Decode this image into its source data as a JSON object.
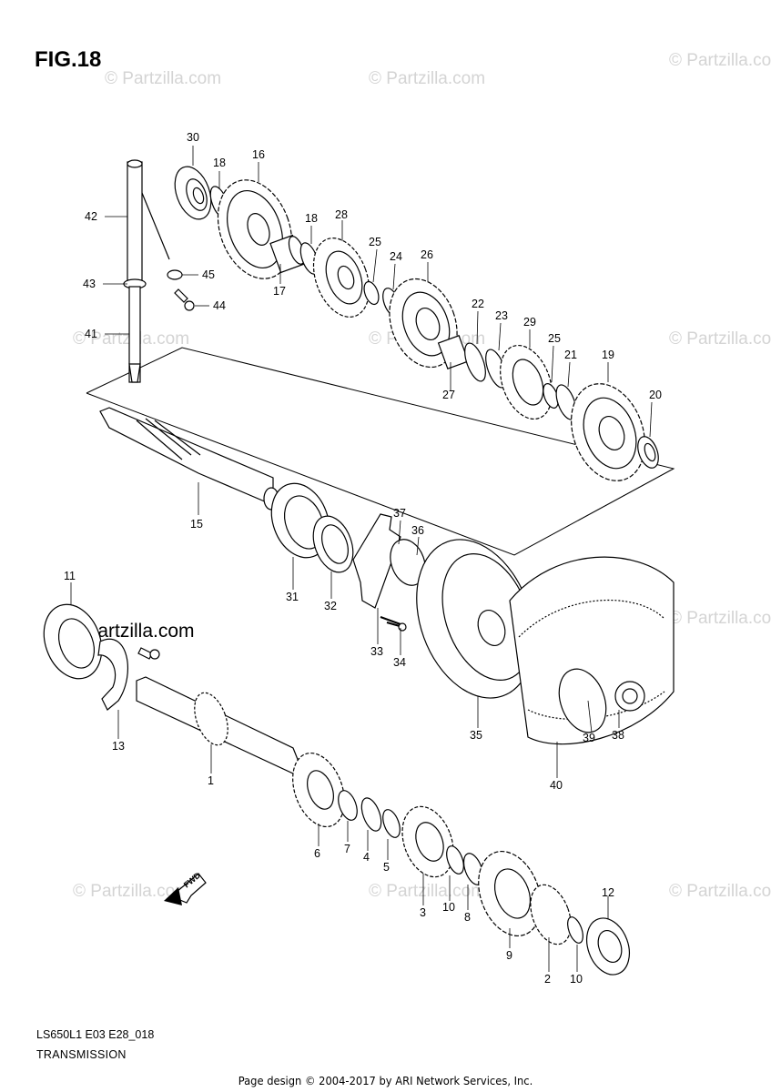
{
  "figure": {
    "title": "FIG.18"
  },
  "watermarks": {
    "text": "© Partzilla.com",
    "strong_text": "© Partzilla.com"
  },
  "footer_code": "LS650L1 E03 E28_018",
  "caption": "TRANSMISSION",
  "page_footer": "Page design © 2004-2017 by ARI Network Services, Inc.",
  "fwd_label": "FWD",
  "callouts": {
    "c30": "30",
    "c18a": "18",
    "c16": "16",
    "c18b": "18",
    "c28": "28",
    "c25a": "25",
    "c24": "24",
    "c26": "26",
    "c22": "22",
    "c23": "23",
    "c29": "29",
    "c25b": "25",
    "c21": "21",
    "c19": "19",
    "c20": "20",
    "c27": "27",
    "c17": "17",
    "c42": "42",
    "c43": "43",
    "c41": "41",
    "c45": "45",
    "c44": "44",
    "c15": "15",
    "c37": "37",
    "c36": "36",
    "c31": "31",
    "c32": "32",
    "c33": "33",
    "c34": "34",
    "c35": "35",
    "c11": "11",
    "c13": "13",
    "c1": "1",
    "c39": "39",
    "c38": "38",
    "c40": "40",
    "c6": "6",
    "c7": "7",
    "c4": "4",
    "c5": "5",
    "c3": "3",
    "c10a": "10",
    "c8": "8",
    "c9": "9",
    "c12": "12",
    "c2": "2",
    "c10b": "10"
  },
  "colors": {
    "line": "#000000",
    "watermark": "#d4d4d4",
    "background": "#ffffff"
  }
}
